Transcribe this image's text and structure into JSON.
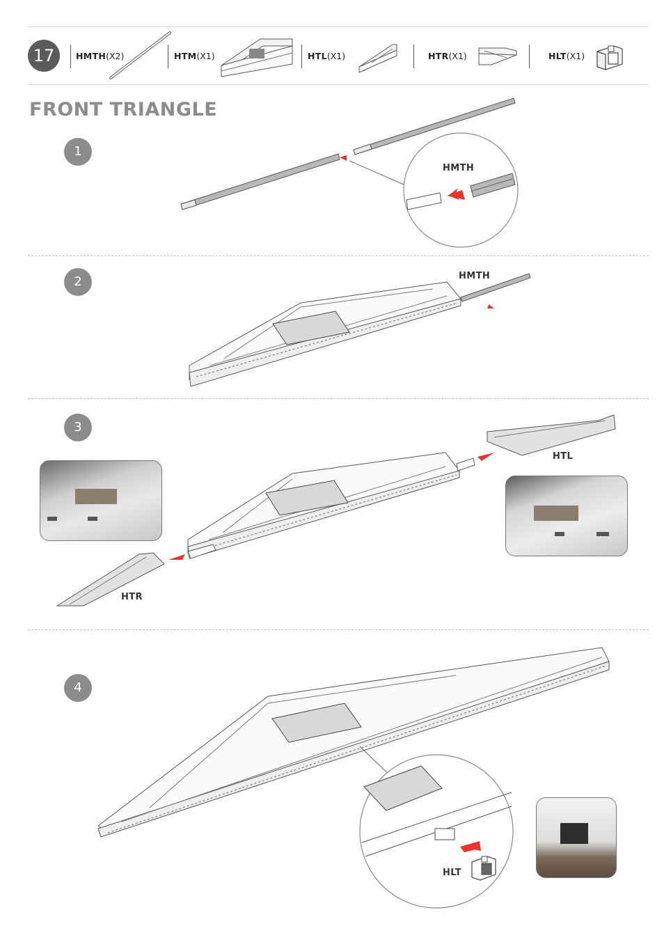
{
  "page_number": "17",
  "parts": [
    {
      "code": "HMTH",
      "qty": "(X2)",
      "icon": "rod-icon"
    },
    {
      "code": "HTM",
      "qty": "(X1)",
      "icon": "truss-middle-icon"
    },
    {
      "code": "HTL",
      "qty": "(X1)",
      "icon": "truss-left-icon"
    },
    {
      "code": "HTR",
      "qty": "(X1)",
      "icon": "truss-right-icon"
    },
    {
      "code": "HLT",
      "qty": "(X1)",
      "icon": "connector-clip-icon"
    }
  ],
  "section_title": "FRONT TRIANGLE",
  "steps": [
    {
      "number": "1",
      "labels": {
        "detail": "HMTH"
      }
    },
    {
      "number": "2",
      "labels": {
        "rod": "HMTH"
      }
    },
    {
      "number": "3",
      "labels": {
        "left": "HTL",
        "right": "HTR"
      }
    },
    {
      "number": "4",
      "labels": {
        "clip": "HLT"
      }
    }
  ],
  "colors": {
    "arrow": "#e8332e",
    "badge": "#8c8c8c",
    "page_badge": "#5b5b5b",
    "title": "#8c8c8c",
    "line": "#555555"
  }
}
